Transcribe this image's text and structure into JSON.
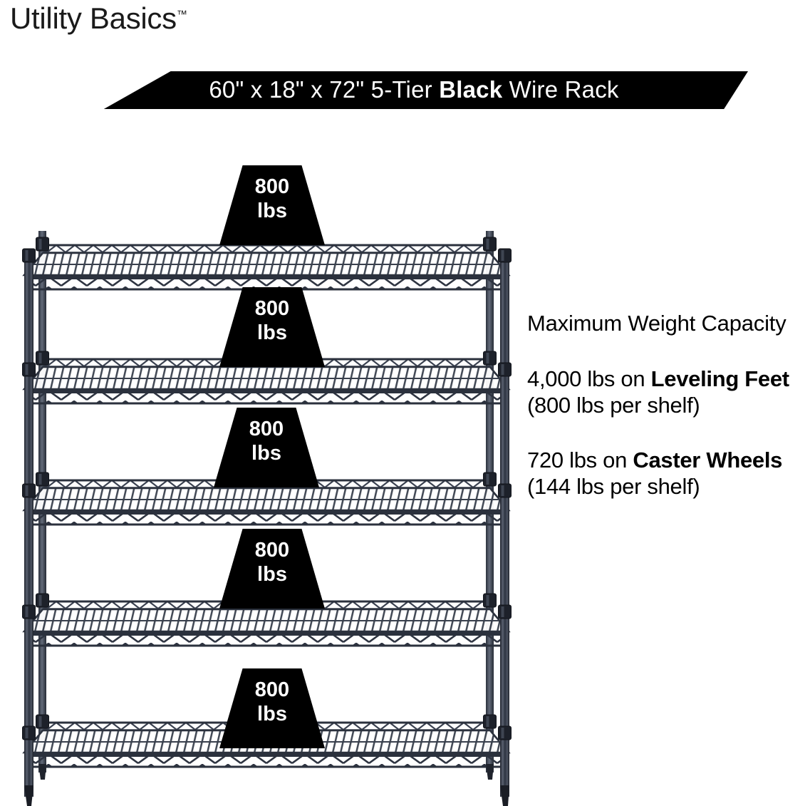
{
  "brand": {
    "name": "Utility Basics",
    "trademark": "™"
  },
  "banner": {
    "dimensions": "60\" x 18\" x 72\"",
    "tier": "5-Tier",
    "color_word": "Black",
    "product": "Wire Rack",
    "full_text": "60\" x 18\" x 72\" 5-Tier Black Wire Rack",
    "background_color": "#000000",
    "text_color": "#ffffff"
  },
  "capacity": {
    "heading": "Maximum Weight Capacity",
    "leveling": {
      "total": "4,000 lbs",
      "prefix": "4,000 lbs on ",
      "emphasis": "Leveling Feet",
      "suffix": " (800 lbs per shelf)",
      "per_shelf": "800 lbs"
    },
    "casters": {
      "total": "720 lbs",
      "prefix": "720 lbs on ",
      "emphasis": "Caster Wheels",
      "suffix": " (144 lbs per shelf)",
      "per_shelf": "144 lbs"
    }
  },
  "rack": {
    "tiers": 5,
    "frame_color": "#2a2f3a",
    "badge_color": "#000000",
    "badges": [
      {
        "value": "800",
        "unit": "lbs"
      },
      {
        "value": "800",
        "unit": "lbs"
      },
      {
        "value": "800",
        "unit": "lbs"
      },
      {
        "value": "800",
        "unit": "lbs"
      },
      {
        "value": "800",
        "unit": "lbs"
      }
    ]
  }
}
